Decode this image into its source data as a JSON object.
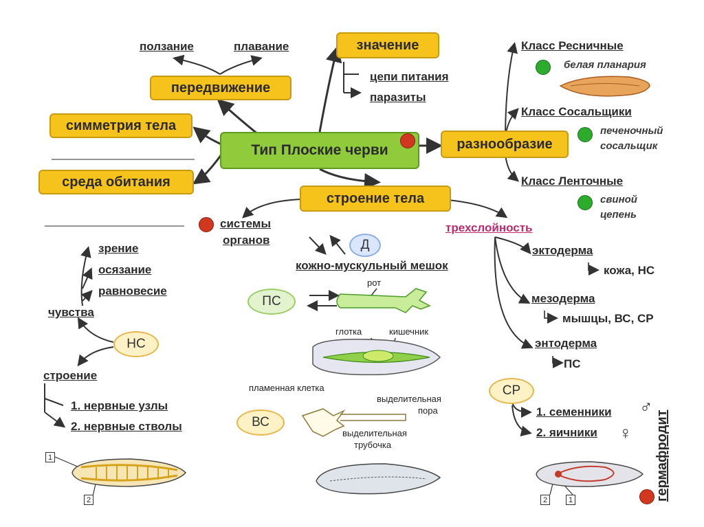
{
  "center": {
    "title": "Тип Плоские черви"
  },
  "topics": {
    "movement": "передвижение",
    "crawling": "ползание",
    "swimming": "плавание",
    "symmetry": "симметрия тела",
    "habitat": "среда обитания",
    "significance": "значение",
    "food_chains": "цепи питания",
    "parasites": "паразиты",
    "diversity": "разнообразие",
    "structure": "строение тела"
  },
  "classes": [
    {
      "name": "Класс Ресничные",
      "example": "белая планария"
    },
    {
      "name": "Класс Сосальщики",
      "example_line1": "печеночный",
      "example_line2": "сосальщик"
    },
    {
      "name": "Класс Ленточные",
      "example_line1": "свиной",
      "example_line2": "цепень"
    }
  ],
  "organ_systems": {
    "line1": "системы",
    "line2": "органов"
  },
  "skin_sac": "кожно-мускульный мешок",
  "ovals": {
    "d": "Д",
    "ps": "ПС",
    "ns": "НС",
    "vs": "ВС",
    "sr": "СР"
  },
  "germ_layers": {
    "title": "трехслойность",
    "ectoderm": "эктодерма",
    "ectoderm_out": "кожа, НС",
    "mesoderm": "мезодерма",
    "mesoderm_out": "мышцы, ВС, СР",
    "endoderm": "энтодерма",
    "endoderm_out": "ПС"
  },
  "nervous": {
    "senses": "чувства",
    "vision": "зрение",
    "touch": "осязание",
    "balance": "равновесие",
    "structure": "строение",
    "ganglia": "1. нервные узлы",
    "trunks": "2. нервные стволы"
  },
  "digestive": {
    "mouth": "рот",
    "pharynx": "глотка",
    "intestine": "кишечник"
  },
  "excretory": {
    "flame_cell": "пламенная клетка",
    "pore_line1": "выделительная",
    "pore_line2": "пора",
    "tube_line1": "выделительная",
    "tube_line2": "трубочка"
  },
  "reproductive": {
    "testes": "1. семенники",
    "ovaries": "2. яичники",
    "male_symbol": "♂",
    "female_symbol": "♀",
    "hermaphrodite": "гермафродит"
  },
  "figure_labels": {
    "one": "1",
    "two": "2"
  },
  "colors": {
    "box": "#f6c21c",
    "center": "#8fcb3a",
    "red_dot": "#d2381f",
    "green_dot": "#2cab2c",
    "accent_pink": "#c0286e"
  }
}
